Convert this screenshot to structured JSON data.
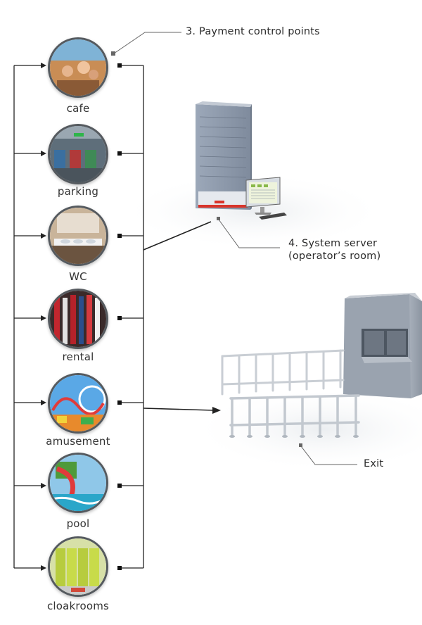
{
  "places": [
    {
      "id": "cafe",
      "label": "cafe"
    },
    {
      "id": "parking",
      "label": "parking"
    },
    {
      "id": "wc",
      "label": "WC"
    },
    {
      "id": "rental",
      "label": "rental"
    },
    {
      "id": "amusement",
      "label": "amusement"
    },
    {
      "id": "pool",
      "label": "pool"
    },
    {
      "id": "cloakrooms",
      "label": "cloakrooms"
    }
  ],
  "callouts": {
    "payment_points": "3. Payment control points",
    "server_line1": "4. System server",
    "server_line2": "(operator’s room)",
    "exit": "Exit"
  },
  "colors": {
    "connector": "#222222",
    "leader": "#666666",
    "circle_border": "#555a5f",
    "server_body": "#8f9aab",
    "server_red": "#d9342b",
    "kiosk": "#9aa3af"
  }
}
